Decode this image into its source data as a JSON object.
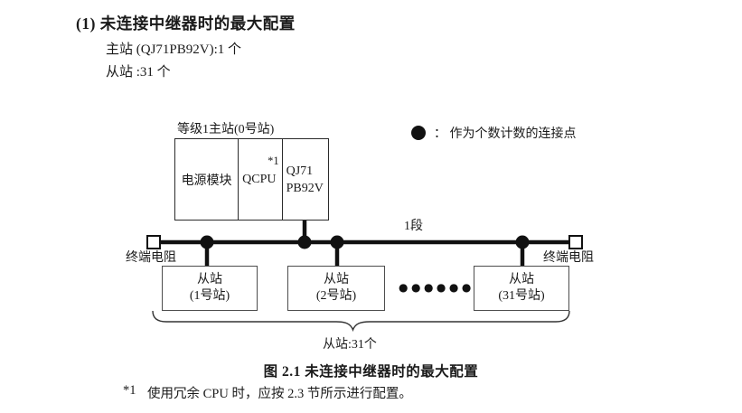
{
  "header": {
    "title": "(1) 未连接中继器时的最大配置",
    "master_line": "主站 (QJ71PB92V):1 个",
    "slave_line": "从站 :31 个"
  },
  "diagram": {
    "master_label": "等级1主站(0号站)",
    "master_modules": {
      "power": "电源模块",
      "cpu": "QCPU",
      "cpu_note": "*1",
      "iface_line1": "QJ71",
      "iface_line2": "PB92V"
    },
    "legend_text": "：  作为个数计数的连接点",
    "segment_label": "1段",
    "terminator_left": "终端电阻",
    "terminator_right": "终端电阻",
    "slaves": [
      {
        "name": "从站",
        "station": "(1号站)"
      },
      {
        "name": "从站",
        "station": "(2号站)"
      },
      {
        "name": "从站",
        "station": "(31号站)"
      }
    ],
    "ellipsis": "●●●●●●",
    "brace_label": "从站:31个"
  },
  "caption": "图 2.1 未连接中继器时的最大配置",
  "footnote": {
    "marker": "*1",
    "text": "使用冗余 CPU 时，应按 2.3 节所示进行配置。"
  },
  "colors": {
    "ink": "#1a1a1a",
    "line": "#111111",
    "box_border": "#4d4d4d"
  }
}
